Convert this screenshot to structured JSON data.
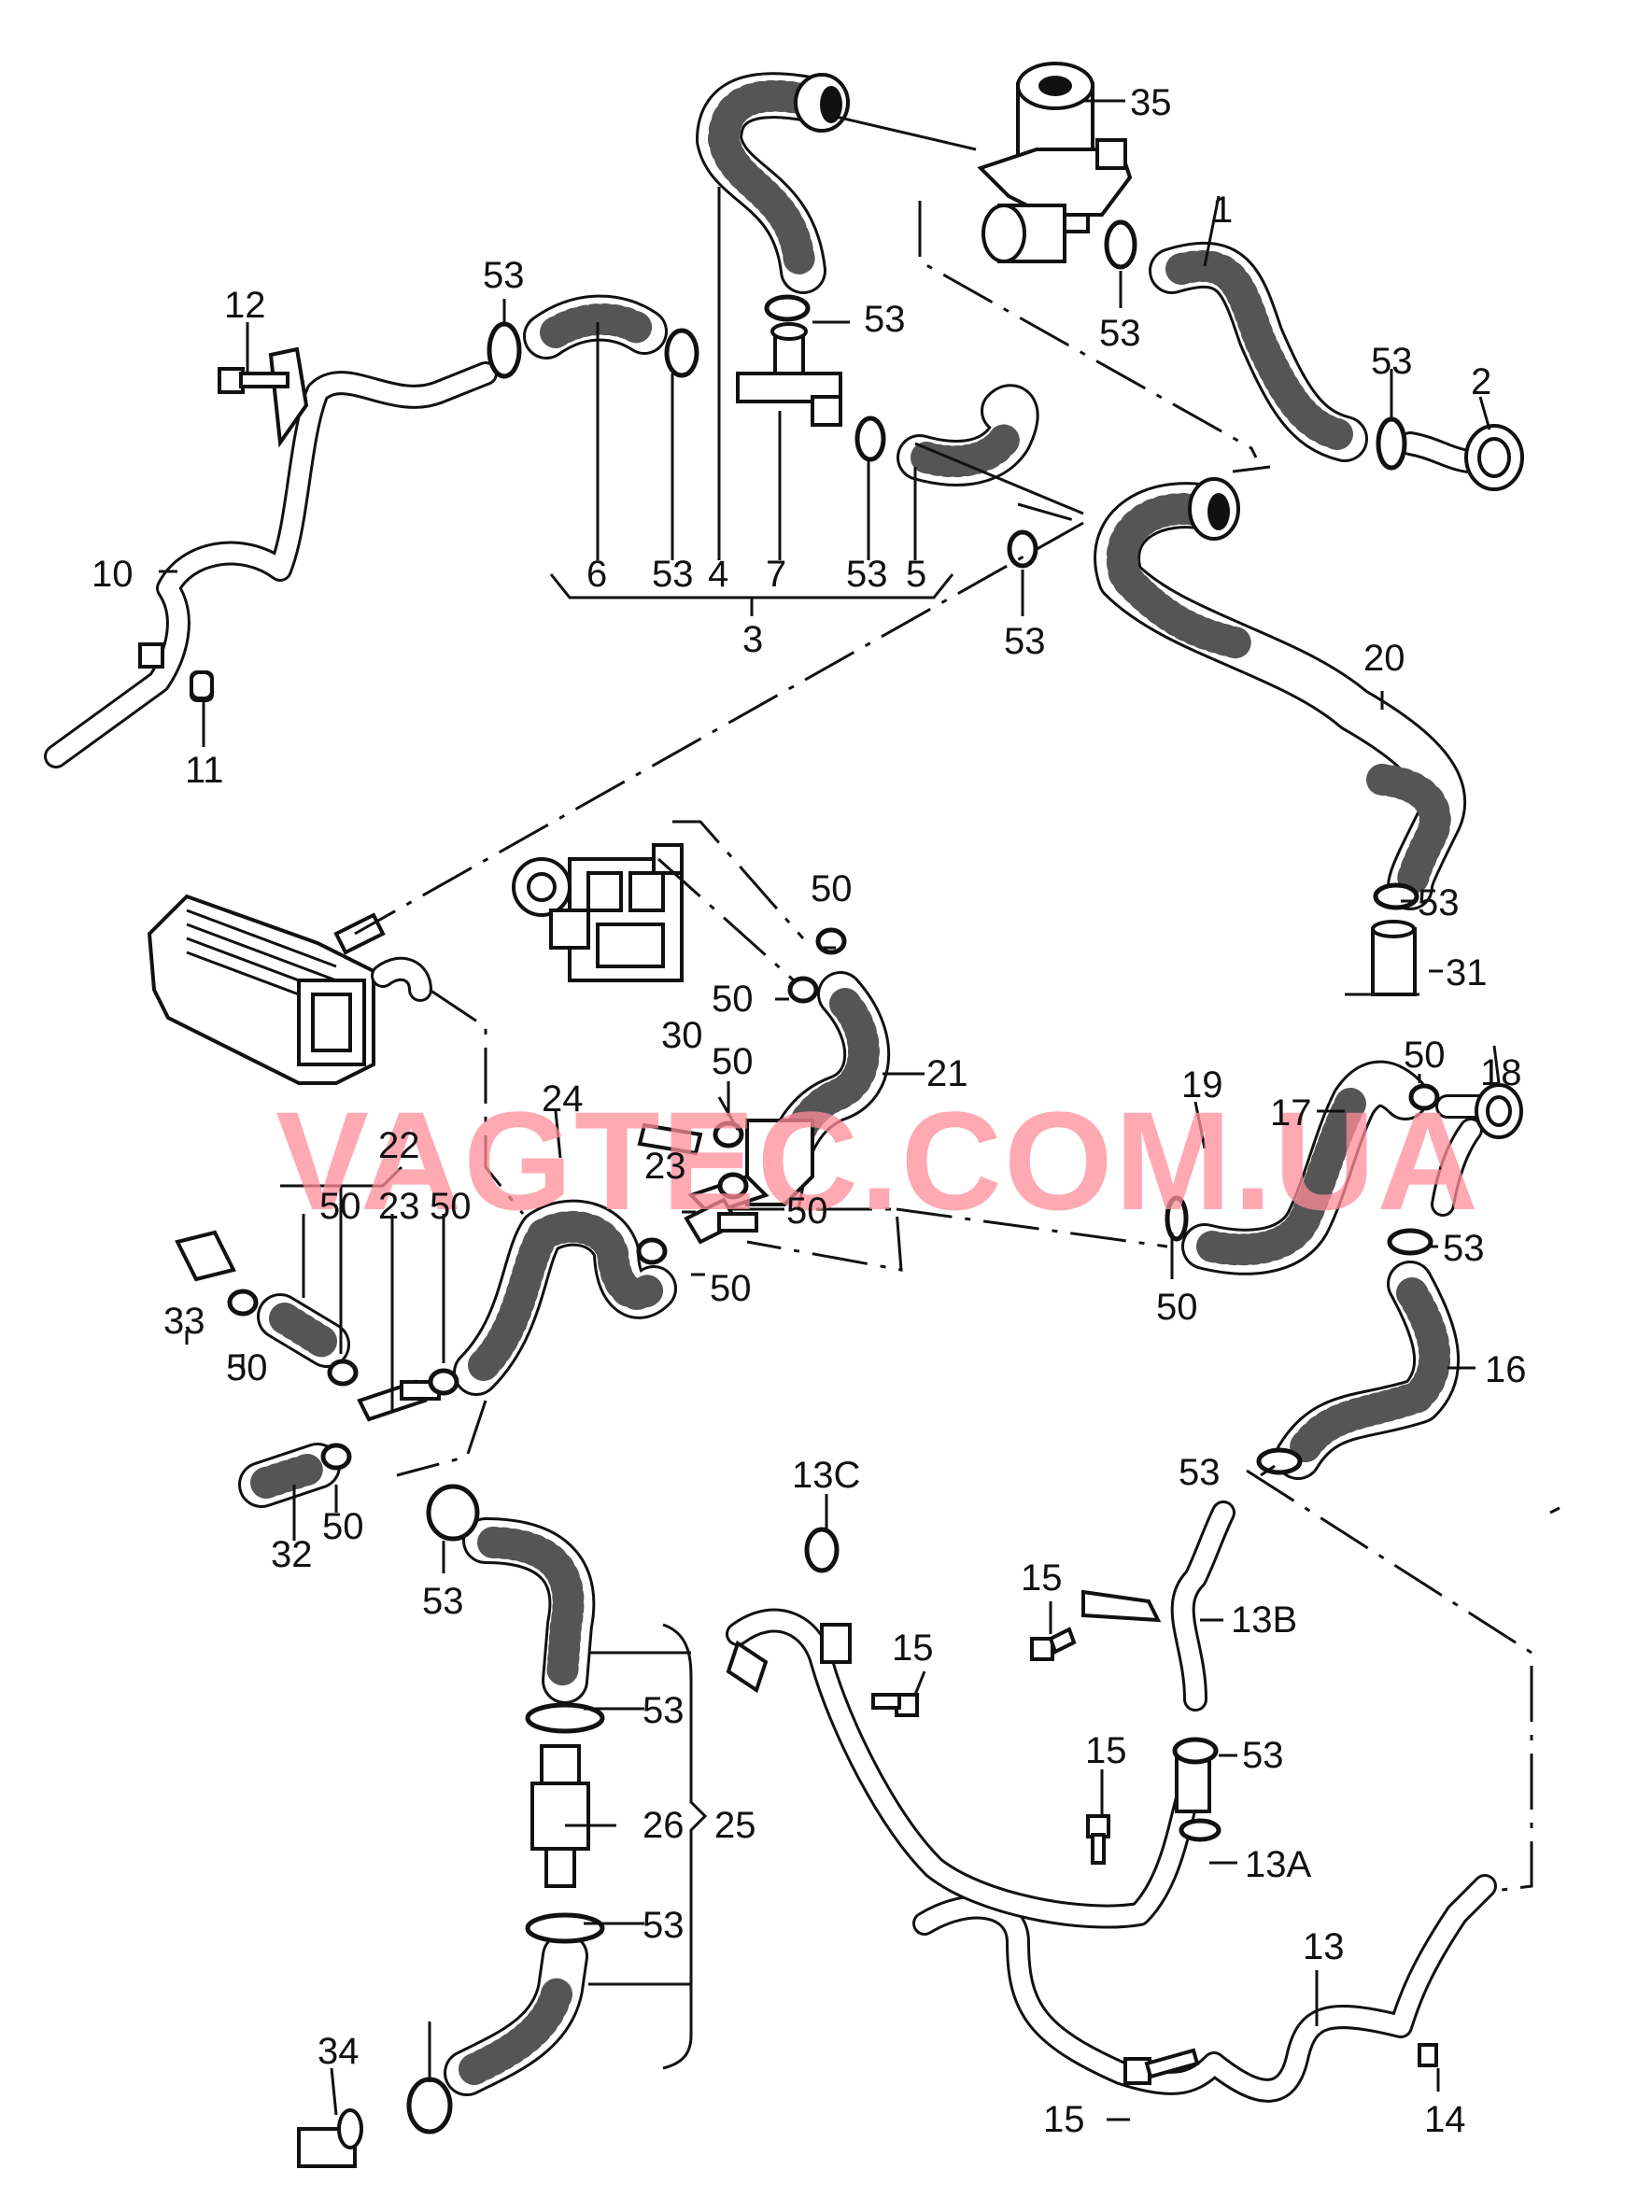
{
  "watermark": "VAGTEC.COM.UA",
  "labels": {
    "l35": "35",
    "l1": "1",
    "l53a": "53",
    "l53b": "53",
    "l53c": "53",
    "l2": "2",
    "l12": "12",
    "l53d": "53",
    "l10": "10",
    "l11": "11",
    "l6": "6",
    "l53e": "53",
    "l4": "4",
    "l7": "7",
    "l53f": "53",
    "l5": "5",
    "l3": "3",
    "l53g": "53",
    "l20": "20",
    "l53h": "53",
    "l31": "31",
    "l50a": "50",
    "l50b": "50",
    "l21": "21",
    "l30": "30",
    "l50c": "50",
    "l24": "24",
    "l22": "22",
    "l23a": "23",
    "l50d": "50",
    "l23b": "23",
    "l50e": "50",
    "l50f": "50",
    "l50g": "50",
    "l33": "33",
    "l50h": "50",
    "l32": "32",
    "l50i": "50",
    "l19": "19",
    "l17": "17",
    "l50j": "50",
    "l18": "18",
    "l53i": "53",
    "l16": "16",
    "l50k": "50",
    "l53j": "53",
    "l13c": "13C",
    "l15a": "15",
    "l13b": "13B",
    "l15b": "15",
    "l53k": "53",
    "l15c": "15",
    "l13a": "13A",
    "l53l": "53",
    "l26": "26",
    "l25": "25",
    "l53m": "53",
    "l53n": "53",
    "l34": "34",
    "l13": "13",
    "l14": "14",
    "l15d": "15"
  }
}
